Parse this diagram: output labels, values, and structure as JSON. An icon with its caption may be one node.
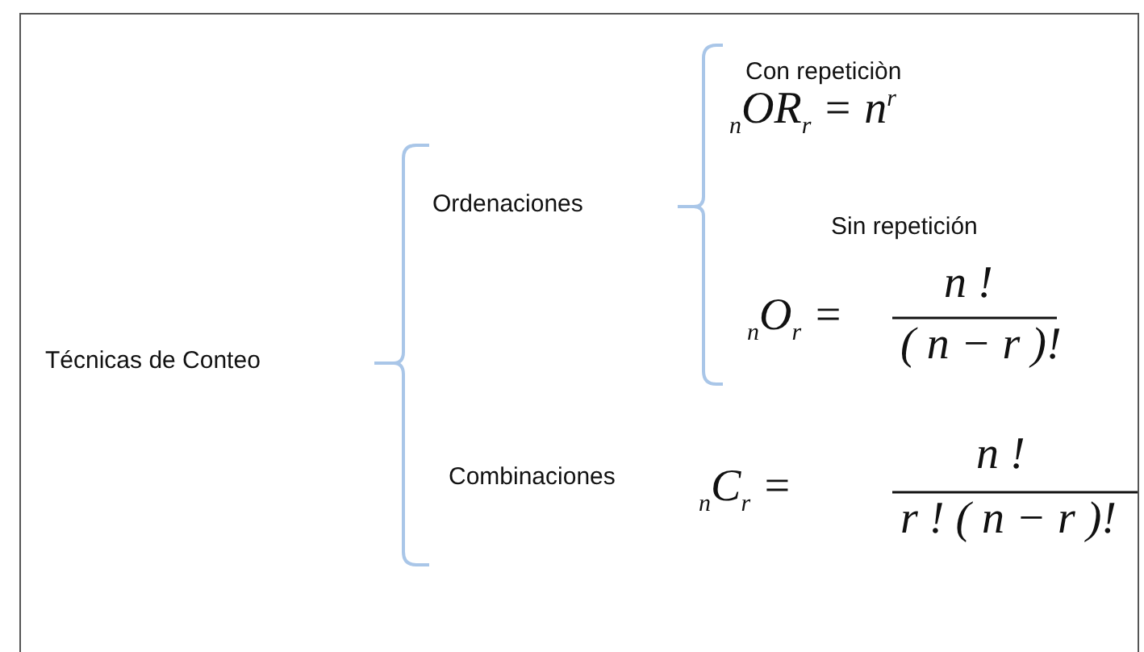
{
  "diagram": {
    "labels": [
      "Con repeticiòn",
      "$_{n}$OR$_{r}$ =  n$^{r}$",
      "Ordenaciones",
      "Sin repetición",
      "Técnicas de Conteo",
      "n !",
      "$_{n}$O$_{r}$ =",
      "( n − r )!",
      "n !",
      "Combinaciones",
      "$_{n}$C$_{r}$ =",
      "r ! ( n − r )!"
    ]
  }
}
